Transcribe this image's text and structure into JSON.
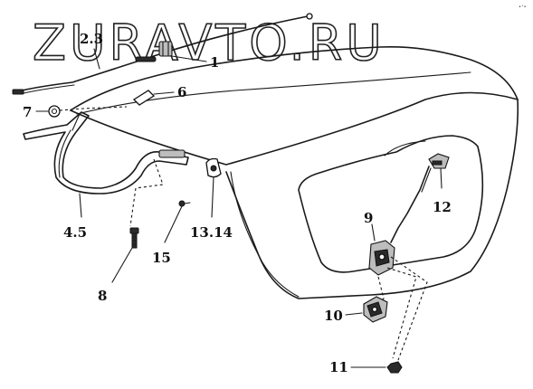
{
  "watermark": "ZURAVTO.RU",
  "corner_mark": "•⁺•",
  "labels": {
    "l_2_3": "2.3",
    "l_1": "1",
    "l_6": "6",
    "l_7": "7",
    "l_4_5": "4.5",
    "l_13_14": "13.14",
    "l_15": "15",
    "l_8": "8",
    "l_9": "9",
    "l_12": "12",
    "l_10": "10",
    "l_11": "11"
  }
}
